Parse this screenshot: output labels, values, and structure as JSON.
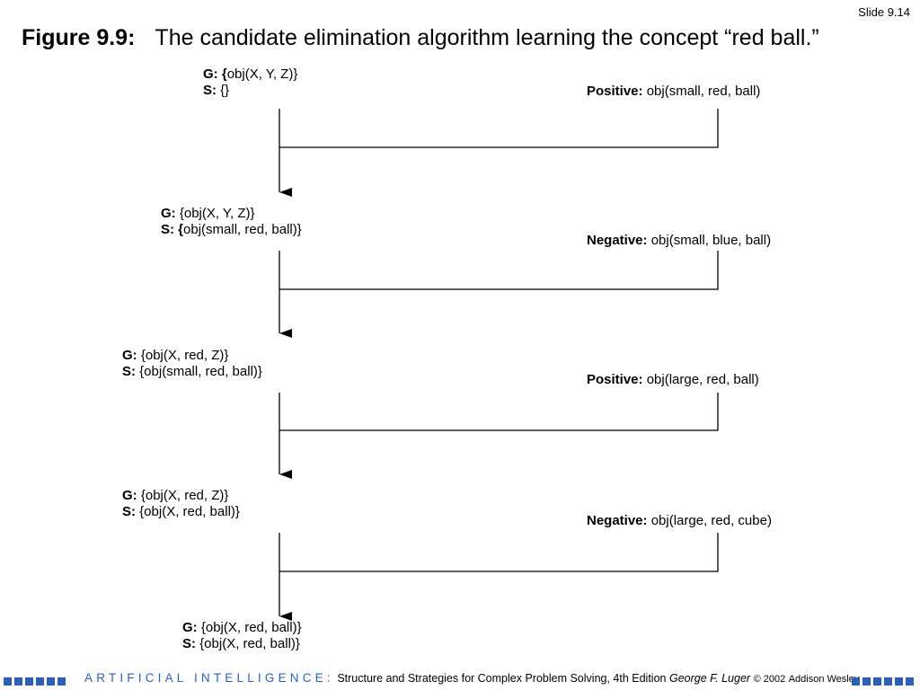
{
  "slide_label": "Slide 9.14",
  "figure": {
    "number": "Figure 9.9:",
    "caption": "The candidate elimination algorithm learning the concept “red ball.”"
  },
  "states": [
    {
      "g_label": "G:",
      "g_value": "obj(X, Y, Z)}",
      "g_brace": "{",
      "s_label": "S:",
      "s_value": "{}",
      "s_brace": ""
    },
    {
      "g_label": "G:",
      "g_value": "{obj(X, Y, Z)}",
      "g_brace": "",
      "s_label": "S:",
      "s_value": "obj(small, red, ball)}",
      "s_brace": "{"
    },
    {
      "g_label": "G:",
      "g_value": "{obj(X, red, Z)}",
      "g_brace": "",
      "s_label": "S:",
      "s_value": "{obj(small, red, ball)}",
      "s_brace": ""
    },
    {
      "g_label": "G:",
      "g_value": "{obj(X, red, Z)}",
      "g_brace": "",
      "s_label": "S:",
      "s_value": "{obj(X, red, ball)}",
      "s_brace": ""
    },
    {
      "g_label": "G:",
      "g_value": "{obj(X, red, ball)}",
      "g_brace": "",
      "s_label": "S:",
      "s_value": "{obj(X, red, ball)}",
      "s_brace": ""
    }
  ],
  "examples": [
    {
      "kind": "Positive:",
      "value": "obj(small, red, ball)"
    },
    {
      "kind": "Negative:",
      "value": "obj(small, blue, ball)"
    },
    {
      "kind": "Positive:",
      "value": "obj(large, red, ball)"
    },
    {
      "kind": "Negative:",
      "value": "obj(large, red, cube)"
    }
  ],
  "footer": {
    "ai": "ARTIFICIAL INTELLIGENCE:",
    "subtitle": "Structure and Strategies for Complex Problem Solving, 4th Edition",
    "author": "George F. Luger",
    "copyright": "© 2002",
    "publisher": "Addison Wesley"
  },
  "colors": {
    "footer_accent": "#2e5fb8"
  }
}
